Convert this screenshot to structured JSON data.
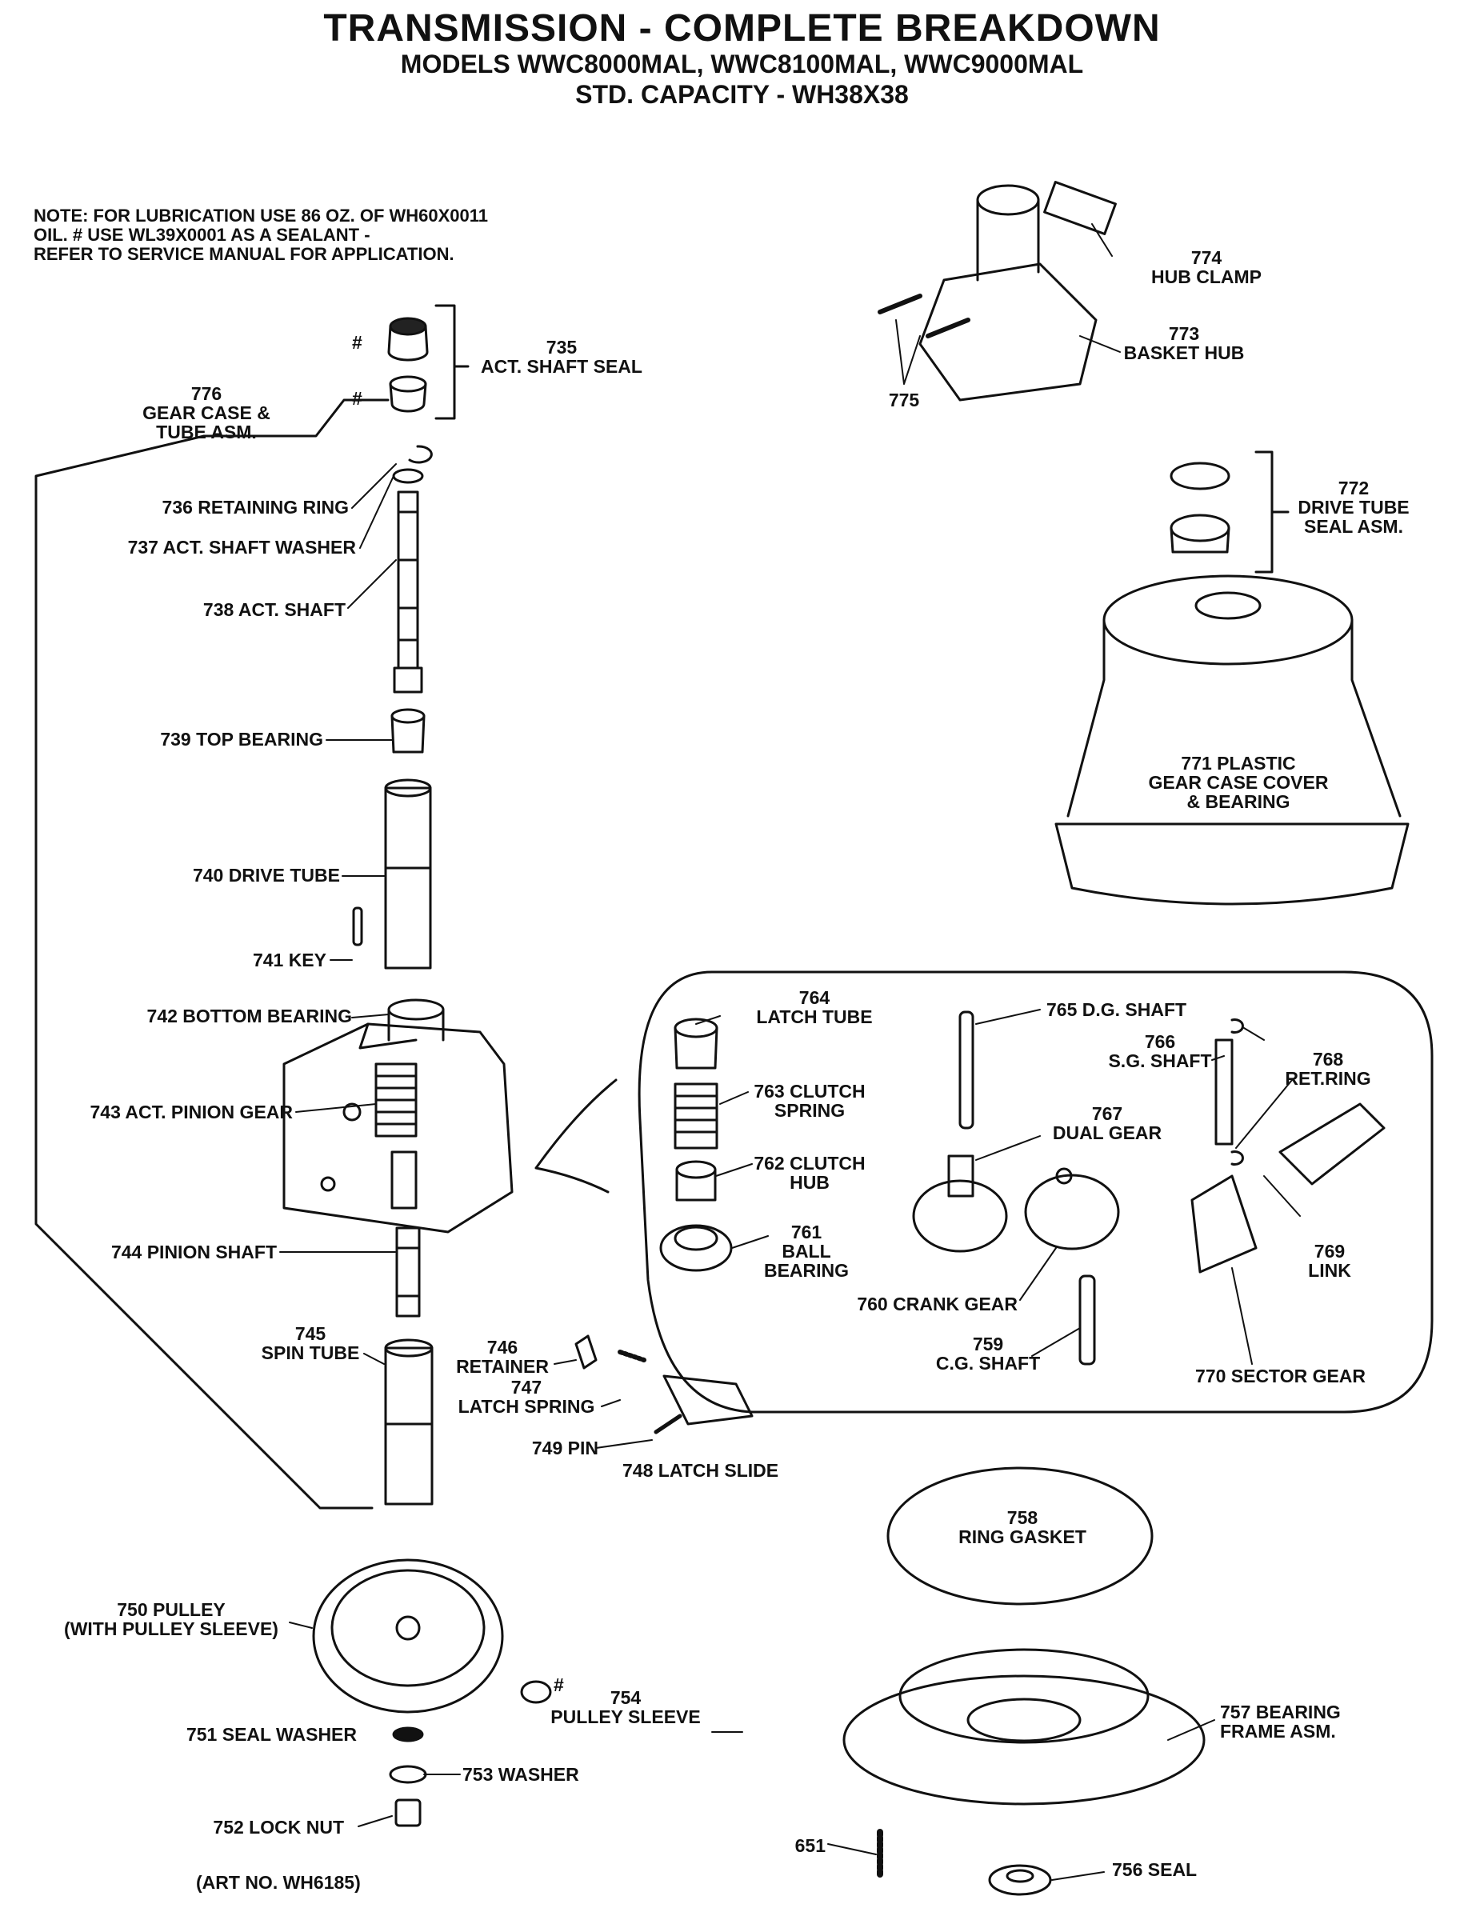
{
  "title": "TRANSMISSION - COMPLETE BREAKDOWN",
  "models": "MODELS WWC8000MAL, WWC8100MAL, WWC9000MAL",
  "capacity": "STD. CAPACITY - WH38X38",
  "note": [
    "NOTE: FOR LUBRICATION USE 86 OZ. OF WH60X0011",
    "OIL. # USE WL39X0001 AS A SEALANT -",
    "REFER TO SERVICE MANUAL FOR APPLICATION."
  ],
  "art_no": "(ART NO. WH6185)",
  "parts": {
    "p735": [
      "735",
      "ACT. SHAFT SEAL"
    ],
    "p776": [
      "776",
      "GEAR CASE &",
      "TUBE ASM."
    ],
    "p736": "736 RETAINING RING",
    "p737": "737  ACT. SHAFT WASHER",
    "p738": "738 ACT. SHAFT",
    "p739": "739 TOP BEARING",
    "p740": "740 DRIVE TUBE",
    "p741": "741 KEY",
    "p742": "742 BOTTOM BEARING",
    "p743": "743 ACT. PINION GEAR",
    "p744": "744 PINION SHAFT",
    "p745": [
      "745",
      "SPIN TUBE"
    ],
    "p746": [
      "746",
      "RETAINER"
    ],
    "p747": [
      "747",
      "LATCH SPRING"
    ],
    "p749": "749 PIN",
    "p748": "748 LATCH SLIDE",
    "p750": [
      "750 PULLEY",
      "(WITH PULLEY SLEEVE)"
    ],
    "p751": "751 SEAL WASHER",
    "p753": "753 WASHER",
    "p752": "752 LOCK NUT",
    "p754": [
      "754",
      "PULLEY SLEEVE"
    ],
    "p774": [
      "774",
      "HUB CLAMP"
    ],
    "p773": [
      "773",
      "BASKET HUB"
    ],
    "p775": "775",
    "p772": [
      "772",
      "DRIVE TUBE",
      "SEAL ASM."
    ],
    "p771": [
      "771 PLASTIC",
      "GEAR CASE COVER",
      "& BEARING"
    ],
    "p764": [
      "764",
      "LATCH TUBE"
    ],
    "p763": [
      "763 CLUTCH",
      "SPRING"
    ],
    "p762": [
      "762 CLUTCH",
      "HUB"
    ],
    "p761": [
      "761",
      "BALL",
      "BEARING"
    ],
    "p765": "765 D.G. SHAFT",
    "p766": [
      "766",
      "S.G. SHAFT"
    ],
    "p768": [
      "768",
      "RET.RING"
    ],
    "p767": [
      "767",
      "DUAL GEAR"
    ],
    "p769": [
      "769",
      "LINK"
    ],
    "p760": "760 CRANK GEAR",
    "p759": [
      "759",
      "C.G. SHAFT"
    ],
    "p770": "770 SECTOR GEAR",
    "p758": [
      "758",
      "RING GASKET"
    ],
    "p757": [
      "757 BEARING",
      "FRAME ASM."
    ],
    "p651": "651",
    "p756": "756 SEAL"
  },
  "sealant_mark": "#"
}
